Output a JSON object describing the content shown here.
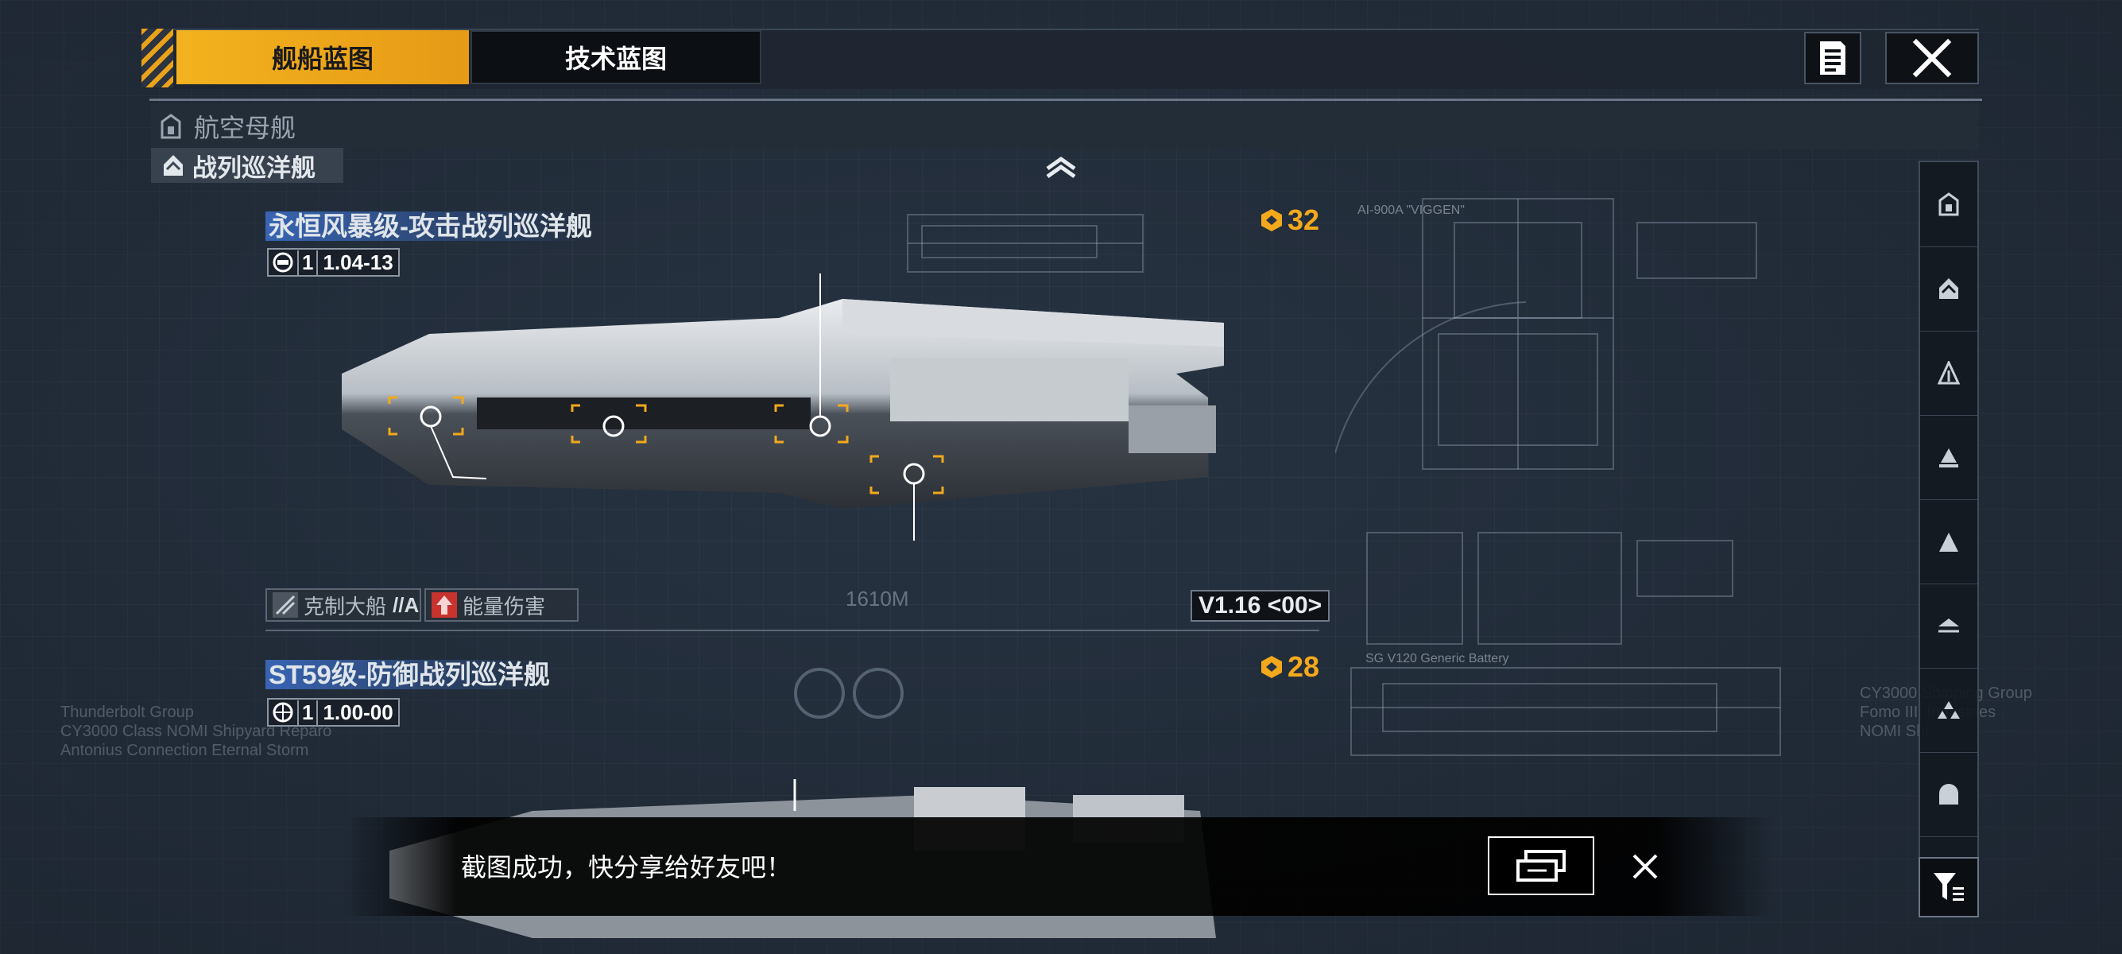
{
  "tabs": {
    "active_label": "舰船蓝图",
    "inactive_label": "技术蓝图"
  },
  "category": {
    "main": "航空母舰",
    "sub": "战列巡洋舰"
  },
  "ships": [
    {
      "name": "永恒风暴级-攻击战列巡洋舰",
      "level": "1",
      "version": "1.04-13",
      "cost": "32",
      "tag1": "克制大船",
      "tag1_grade": "//A",
      "tag2": "能量伤害",
      "length": "1610M",
      "schematic_label": "V1.16 <00>",
      "blueprint_title": "AI-900A \"VIGGEN\""
    },
    {
      "name": "ST59级-防御战列巡洋舰",
      "level": "1",
      "version": "1.00-00",
      "cost": "28",
      "blueprint_title": "SG V120 Generic Battery"
    }
  ],
  "toast": {
    "message": "截图成功，快分享给好友吧！"
  },
  "icons": {
    "notes": "notes-icon",
    "close": "close-icon",
    "collapse": "chevron-up-icon",
    "filter": "filter-icon",
    "share": "share-icon"
  },
  "colors": {
    "accent": "#f2a91c",
    "highlight": "#3c6ec8",
    "background": "#273342"
  }
}
